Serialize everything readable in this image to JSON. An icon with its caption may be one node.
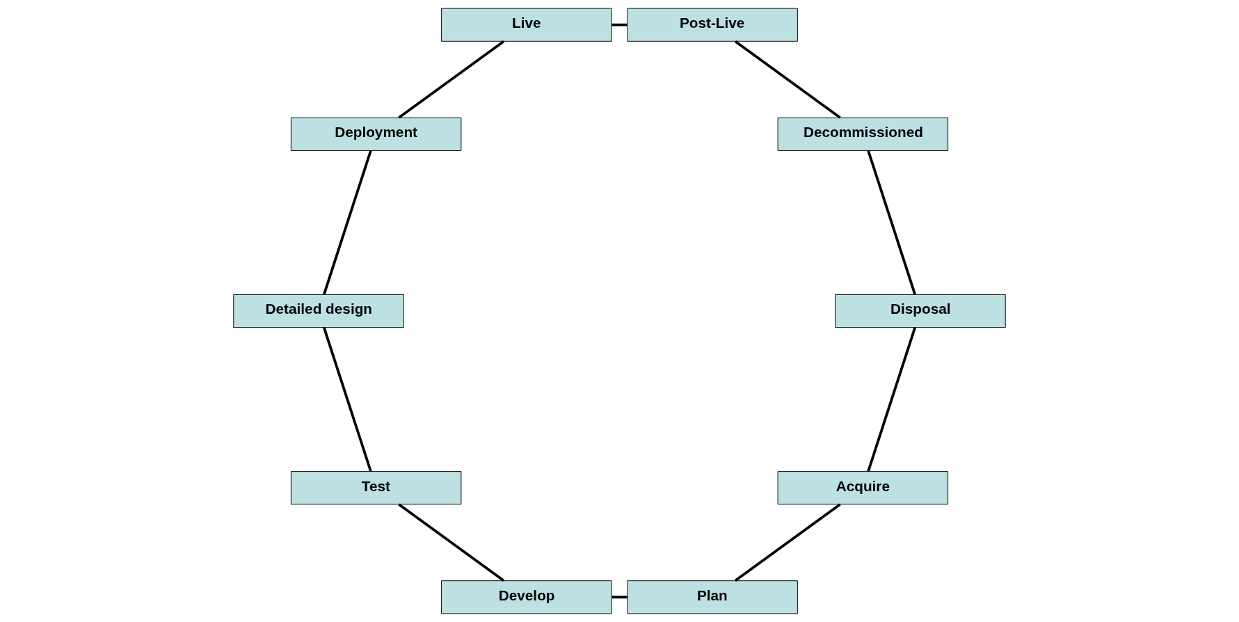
{
  "diagram": {
    "nodes": [
      {
        "text": [
          "Acquire"
        ]
      },
      {
        "text": [
          "Disposal"
        ]
      },
      {
        "text": [
          "Plan"
        ]
      },
      {
        "text": [
          "Decommissioned"
        ]
      },
      {
        "text": [
          "Develop"
        ]
      },
      {
        "text": [
          "Post-Live"
        ]
      },
      {
        "text": [
          "Test"
        ]
      },
      {
        "text": [
          "Live"
        ]
      },
      {
        "text": [
          "Detailed design"
        ]
      },
      {
        "text": [
          "Deployment"
        ]
      }
    ],
    "edges": [
      {
        "from": 0,
        "to": 2,
        "arrow": "none"
      },
      {
        "from": 2,
        "to": 4,
        "arrow": "none"
      },
      {
        "from": 4,
        "to": 6,
        "arrow": "none"
      },
      {
        "from": 6,
        "to": 8,
        "arrow": "none"
      },
      {
        "from": 8,
        "to": 9,
        "arrow": "none"
      },
      {
        "from": 9,
        "to": 7,
        "arrow": "none"
      },
      {
        "from": 7,
        "to": 5,
        "arrow": "none"
      },
      {
        "from": 5,
        "to": 3,
        "arrow": "none"
      },
      {
        "from": 3,
        "to": 1,
        "arrow": "none"
      },
      {
        "from": 1,
        "to": 0,
        "arrow": "none"
      }
    ]
  }
}
